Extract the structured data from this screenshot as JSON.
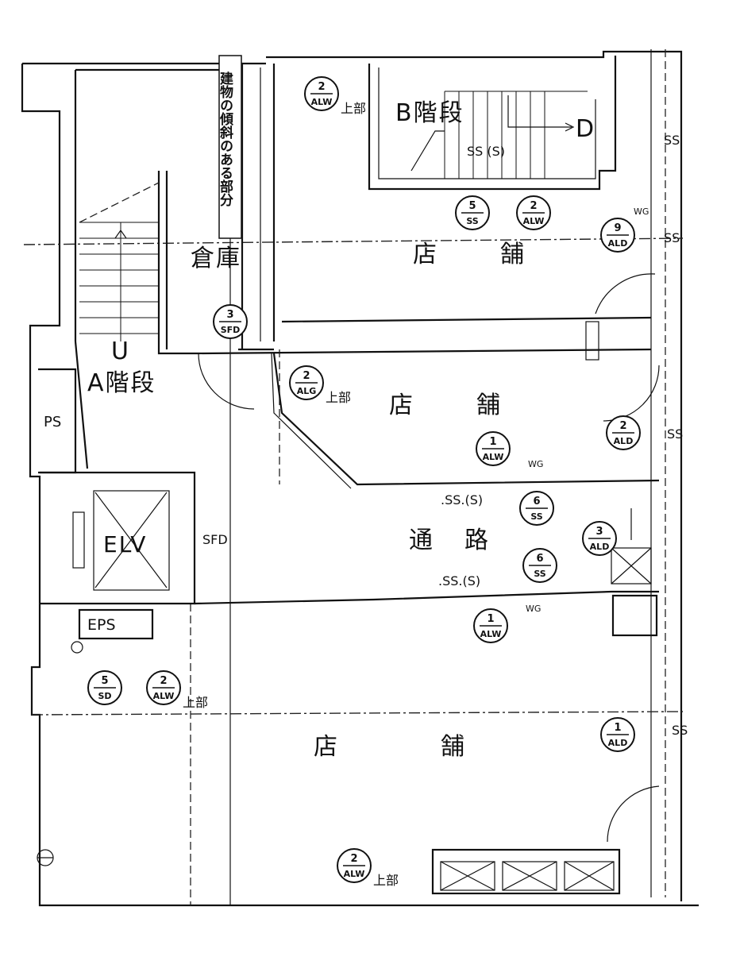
{
  "rooms": {
    "warehouse": "倉庫",
    "shop_top": "店舗",
    "shop_middle": "店舗",
    "corridor": "通路",
    "shop_bottom": "店舗",
    "stair_a": "A階段",
    "stair_b": "B階段",
    "elevator": "ELV",
    "ps": "PS",
    "eps": "EPS"
  },
  "labels": {
    "vertical_note": "建物の傾斜のある部分",
    "up_a": "U",
    "up_b": "D",
    "upper_part": "上部",
    "sfd": "SFD",
    "ss_cs_1": ".SS.(S)",
    "ss_cs_2": ".SS.(S)",
    "ss_right_1": "SS",
    "ss_right_2": "SS",
    "ss_right_3": "SS",
    "ss_right_4": "SS",
    "ss_stair_b": "SS (S)",
    "wg_1": "WG",
    "wg_2": "WG",
    "wg_3": "WG"
  },
  "markers": [
    {
      "num": "2",
      "code": "ALW",
      "tag": "上部"
    },
    {
      "num": "5",
      "code": "SS",
      "tag": ""
    },
    {
      "num": "2",
      "code": "ALW",
      "tag": ""
    },
    {
      "num": "9",
      "code": "ALD",
      "tag": ""
    },
    {
      "num": "3",
      "code": "SFD",
      "tag": ""
    },
    {
      "num": "2",
      "code": "ALG",
      "tag": "上部"
    },
    {
      "num": "1",
      "code": "ALW",
      "tag": ""
    },
    {
      "num": "2",
      "code": "ALD",
      "tag": ""
    },
    {
      "num": "6",
      "code": "SS",
      "tag": ""
    },
    {
      "num": "6",
      "code": "SS",
      "tag": ""
    },
    {
      "num": "1",
      "code": "ALW",
      "tag": ""
    },
    {
      "num": "5",
      "code": "SD",
      "tag": ""
    },
    {
      "num": "2",
      "code": "ALW",
      "tag": "上部"
    },
    {
      "num": "1",
      "code": "ALD",
      "tag": ""
    },
    {
      "num": "2",
      "code": "ALW",
      "tag": "上部"
    },
    {
      "num": "3",
      "code": "ALD",
      "tag": ""
    }
  ]
}
